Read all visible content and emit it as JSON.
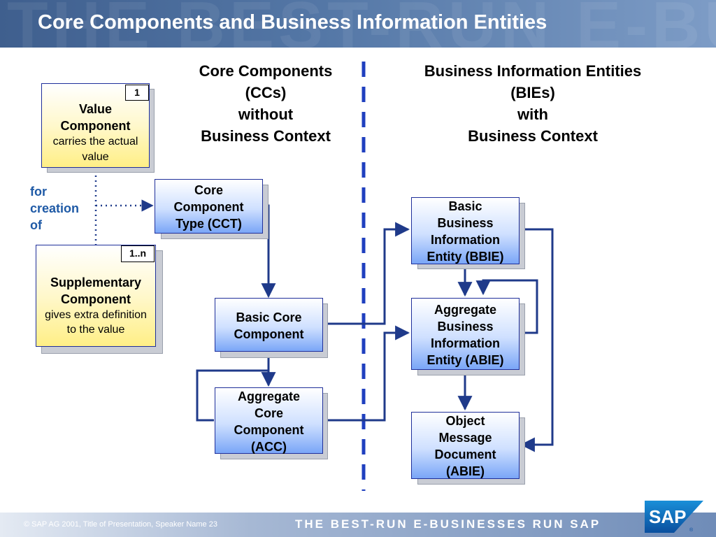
{
  "header": {
    "title": "Core Components and Business Information Entities"
  },
  "columns": {
    "left": [
      "Core Components",
      "(CCs)",
      "without",
      "Business Context"
    ],
    "right": [
      "Business Information Entities",
      "(BIEs)",
      "with",
      "Business Context"
    ]
  },
  "value_component": {
    "badge": "1",
    "title_1": "Value",
    "title_2": "Component",
    "desc_1": "carries the actual",
    "desc_2": "value"
  },
  "supplementary_component": {
    "badge": "1..n",
    "title_1": "Supplementary",
    "title_2": "Component",
    "desc_1": "gives extra definition",
    "desc_2": "to the value"
  },
  "for_creation": [
    "for",
    "creation",
    "of"
  ],
  "cct": [
    "Core",
    "Component",
    "Type (CCT)"
  ],
  "bcc": [
    "Basic Core",
    "Component"
  ],
  "acc": [
    "Aggregate",
    "Core",
    "Component",
    "(ACC)"
  ],
  "bbie": [
    "Basic",
    "Business",
    "Information",
    "Entity (BBIE)"
  ],
  "abie": [
    "Aggregate",
    "Business",
    "Information",
    "Entity (ABIE)"
  ],
  "omd": [
    "Object",
    "Message",
    "Document",
    "(ABIE)"
  ],
  "footer": {
    "copyright": "©  SAP AG 2001, Title of Presentation, Speaker Name  23",
    "tagline": "THE BEST-RUN E-BUSINESSES RUN SAP"
  },
  "logo": {
    "text": "SAP",
    "mark": "®"
  },
  "colors": {
    "header": "#4a6c9b",
    "box_border": "#1f2f9a",
    "arrow": "#1f3a8a",
    "divider": "#1f3fbf",
    "label_blue": "#1f5aa6"
  }
}
